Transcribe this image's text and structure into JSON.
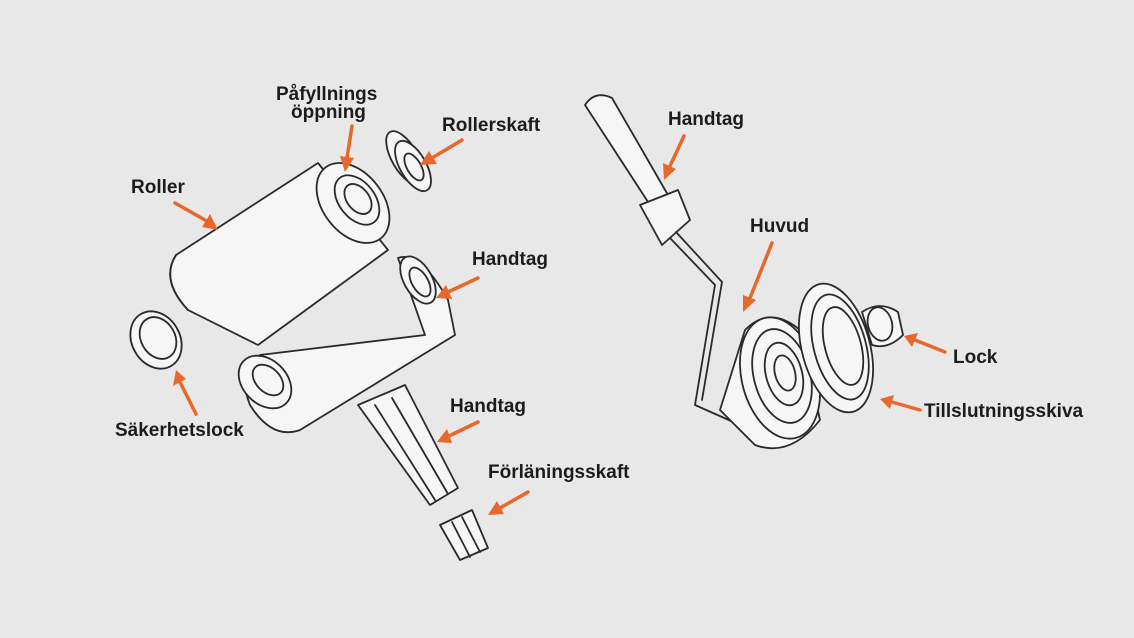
{
  "labels": {
    "pafyllnings": "Påfyllnings",
    "oppning": "öppning",
    "rollerskaft": "Rollerskaft",
    "roller": "Roller",
    "handtag_top_left": "Handtag",
    "handtag_bottom_left": "Handtag",
    "sakerhetslock": "Säkerhetslock",
    "forlaningsskaft": "Förläningsskaft",
    "handtag_right": "Handtag",
    "huvud": "Huvud",
    "lock": "Lock",
    "tillslutningsskiva": "Tillslutningsskiva"
  },
  "colors": {
    "background": "#e8e8e8",
    "arrow": "#e8672b",
    "line": "#2a2a2a",
    "text": "#1c1c1c"
  }
}
